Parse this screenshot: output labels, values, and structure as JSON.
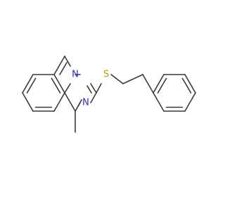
{
  "molecule": {
    "atoms": {
      "n1": {
        "symbol": "N",
        "color": "#2a2adc"
      },
      "n3": {
        "symbol": "N",
        "color": "#2a2adc"
      },
      "s": {
        "symbol": "S",
        "color": "#b8a000"
      }
    },
    "colors": {
      "bond": "#3a3a3a",
      "background": "#ffffff"
    }
  }
}
